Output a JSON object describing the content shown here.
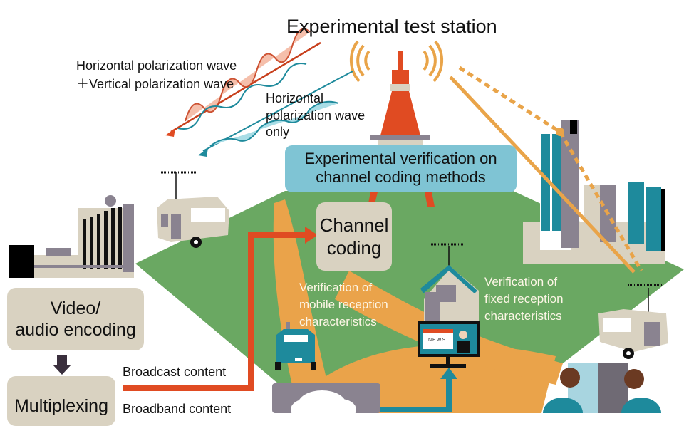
{
  "title": "Experimental test station",
  "wave_labels": {
    "both_line1": "Horizontal polarization wave",
    "both_line2": "＋Vertical polarization wave",
    "horizontal_line1": "Horizontal",
    "horizontal_line2": "polarization wave",
    "horizontal_line3": "only"
  },
  "banner": {
    "line1": "Experimental verification on",
    "line2": "channel coding methods"
  },
  "boxes": {
    "channel_coding_line1": "Channel",
    "channel_coding_line2": "coding",
    "video_audio_line1": "Video/",
    "video_audio_line2": "audio encoding",
    "multiplexing": "Multiplexing"
  },
  "flows": {
    "broadcast": "Broadcast content",
    "broadband": "Broadband content"
  },
  "verification": {
    "mobile_line1": "Verification of",
    "mobile_line2": "mobile reception",
    "mobile_line3": "characteristics",
    "fixed_line1": "Verification of",
    "fixed_line2": "fixed reception",
    "fixed_line3": "characteristics"
  },
  "tv_screen_label": "NEWS",
  "colors": {
    "ground_green": "#6aa862",
    "road_orange": "#eaa34a",
    "tower_red": "#e04b22",
    "teal": "#1e8a9c",
    "banner_blue": "#7fc4d4",
    "box_beige": "#d9d2c1",
    "building_gray": "#8a8390",
    "signal_orange": "#e9a449"
  }
}
